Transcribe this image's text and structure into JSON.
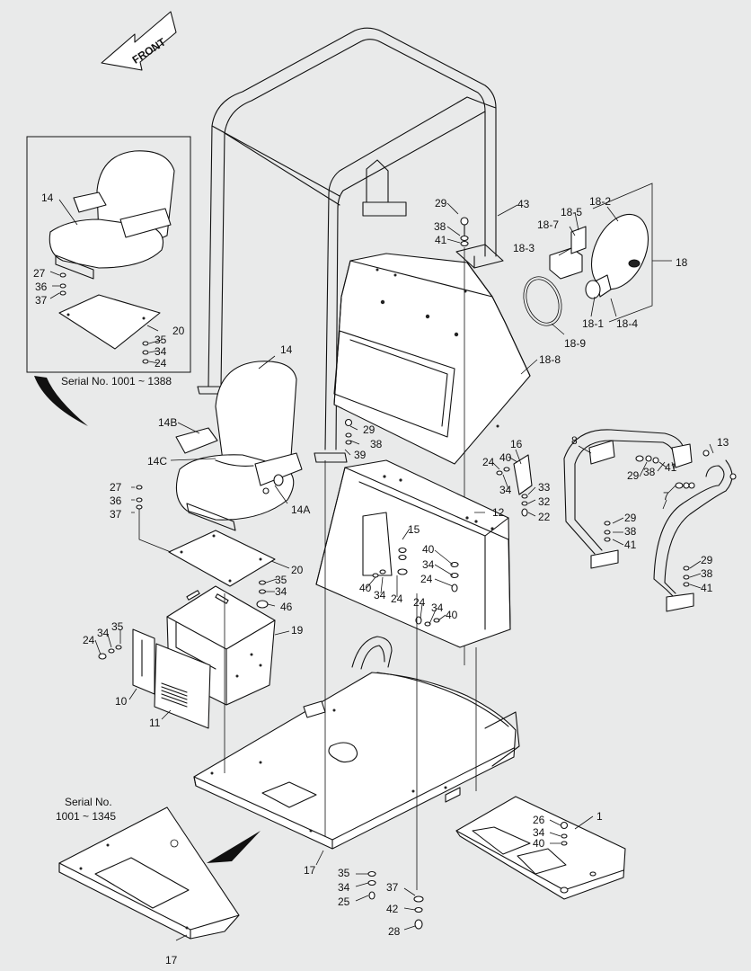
{
  "front_label": "FRONT",
  "serial_notes": {
    "seat_inset": "Serial No. 1001 ~ 1388",
    "plate_line1": "Serial No.",
    "plate_line2": "1001 ~ 1345"
  },
  "callouts": {
    "c43": "43",
    "c29a": "29",
    "c38a": "38",
    "c41a": "41",
    "c18": "18",
    "c18_2": "18-2",
    "c18_5": "18-5",
    "c18_7": "18-7",
    "c18_3": "18-3",
    "c18_1": "18-1",
    "c18_4": "18-4",
    "c18_9": "18-9",
    "c18_8": "18-8",
    "i14": "14",
    "i27": "27",
    "i36": "36",
    "i37": "37",
    "i20": "20",
    "i35": "35",
    "i34": "34",
    "i24": "24",
    "s14": "14",
    "s14B": "14B",
    "s14C": "14C",
    "s14A": "14A",
    "c29b": "29",
    "c38b": "38",
    "c39": "39",
    "c16": "16",
    "c24a": "24",
    "c40a": "40",
    "c34a": "34",
    "c33": "33",
    "c32": "32",
    "c22": "22",
    "c8": "8",
    "c13": "13",
    "c38c": "38",
    "c41c": "41",
    "c29c": "29",
    "c7": "7",
    "c29d": "29",
    "c38d": "38",
    "c41d": "41",
    "c29e": "29",
    "c38e": "38",
    "c41e": "41",
    "c12": "12",
    "c15": "15",
    "c40b": "40",
    "c34b": "34",
    "c24b": "24",
    "c40c": "40",
    "c34c": "34",
    "c24c": "24",
    "c24d": "24",
    "c34d": "34",
    "c40d": "40",
    "c27": "27",
    "c36": "36",
    "c37": "37",
    "c20": "20",
    "c35": "35",
    "c34e": "34",
    "c46": "46",
    "c19": "19",
    "c24e": "24",
    "c34f": "34",
    "c35b": "35",
    "c10": "10",
    "c11": "11",
    "c26": "26",
    "c34g": "34",
    "c40e": "40",
    "c1": "1",
    "c17a": "17",
    "c17b": "17",
    "c35c": "35",
    "c34h": "34",
    "c25": "25",
    "c37b": "37",
    "c42": "42",
    "c28": "28"
  }
}
